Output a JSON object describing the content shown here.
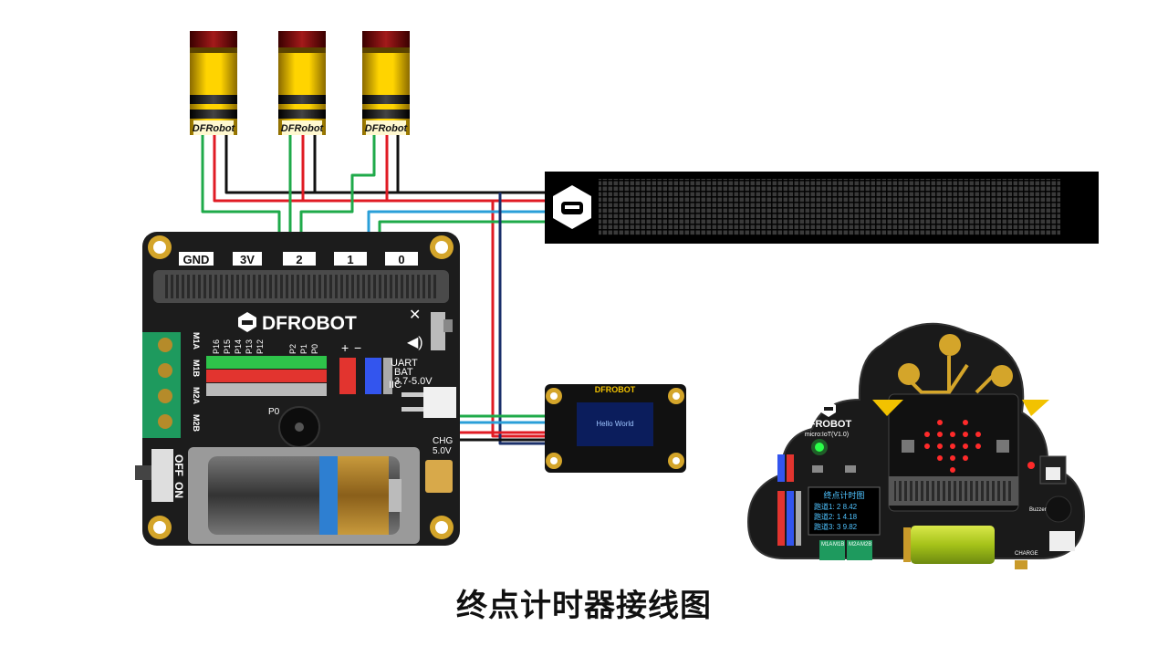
{
  "title": "终点计时器接线图",
  "colors": {
    "wire_green": "#1faa4a",
    "wire_red": "#e01b24",
    "wire_black": "#111111",
    "wire_blue": "#2a9fd8",
    "wire_navy": "#1a2f6a",
    "board": "#1c1c1c",
    "sensor_yellow": "#f2c200"
  },
  "sensors": {
    "brand_label": "DFRobot",
    "count": 3
  },
  "matrix_display": {
    "icon": "dfrobot-robot-icon"
  },
  "expansion_board": {
    "brand": "DFROBOT",
    "edge_pins": [
      "GND",
      "3V",
      "2",
      "1",
      "0"
    ],
    "pin_row_labels": [
      "P16",
      "P15",
      "P14",
      "P13",
      "P12",
      "P2",
      "P1",
      "P0"
    ],
    "motor_labels": [
      "M1A",
      "M1B",
      "M2A",
      "M2B"
    ],
    "power_switch": [
      "OFF",
      "ON"
    ],
    "bat_label": "BAT",
    "bat_voltage": "3.7-5.0V",
    "uart_label": "UART",
    "iic_label": "IIC",
    "buzzer_pin_label": "P0",
    "charge_label": "CHG",
    "charge_voltage": "5.0V",
    "plus_label": "+",
    "minus_label": "−"
  },
  "oled": {
    "brand": "DFROBOT",
    "screen_text": "Hello World"
  },
  "iot_board": {
    "brand": "DFROBOT",
    "model": "micro:IoT(V1.0)",
    "screen_lines": [
      "终点计时图",
      "跑道1: 2  8.42",
      "跑道2: 1  4.18",
      "跑道3: 3  9.82"
    ],
    "motor_labels": [
      "M1A",
      "M1B",
      "M2A",
      "M2B"
    ],
    "buzzer_label": "Buzzer",
    "charge_label": "CHARGE"
  }
}
